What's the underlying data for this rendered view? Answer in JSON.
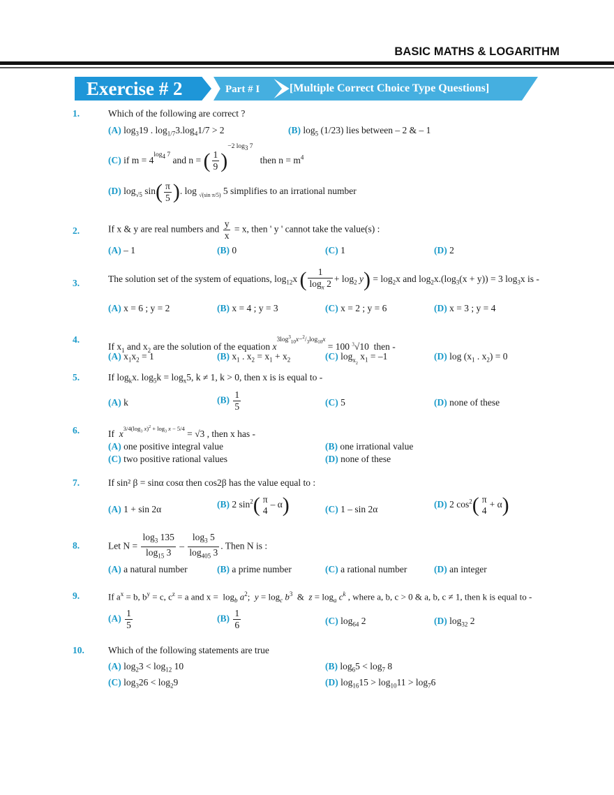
{
  "header": {
    "title": "BASIC MATHS & LOGARITHM",
    "exercise": "Exercise # 2",
    "part": "Part # I",
    "type": "[Multiple Correct Choice Type Questions]",
    "colors": {
      "exercise_bg": "#1e96d8",
      "part_bg": "#45afe0",
      "accent_text": "#1b9ac9"
    }
  },
  "questions": [
    {
      "num": "1.",
      "text": "Which of the following are correct ?",
      "options": {
        "A": "log₃19 . log₁/₇3.log₄1/7 > 2",
        "B": "log₅ (1/23) lies between – 2 & – 1",
        "C": "if m = 4^(log₄ 7) and n = (1/9)^(–2log₃ 7) then n = m⁴",
        "D": "log√5 sin(π/5) . log√(sin π/5) 5 simplifies to an irrational number"
      }
    },
    {
      "num": "2.",
      "text_pre": "If x & y are real numbers and",
      "frac_n": "y",
      "frac_d": "x",
      "text_post": "= x, then ' y ' cannot take the value(s) :",
      "options": {
        "A": "– 1",
        "B": "0",
        "C": "1",
        "D": "2"
      }
    },
    {
      "num": "3.",
      "text": "The solution set of the system of equations, log₁₂x (1/logₓ2 + log₂ y) = log₂x and log₂x.(log₃(x + y)) = 3 log₃x is -",
      "options": {
        "A": "x = 6 ; y = 2",
        "B": "x = 4 ; y = 3",
        "C": "x = 2 ; y = 6",
        "D": "x = 3 ; y = 4"
      }
    },
    {
      "num": "4.",
      "text": "If x₁ and x₂ are the solution of the equation x^(3log³₁₀x – 2/3 log₁₀x) = 100 ∛10 then -",
      "options": {
        "A": "x₁x₂ = 1",
        "B": "x₁ . x₂ = x₁ + x₂",
        "C": "logₓ₂ x₁ = –1",
        "D": "log (x₁ . x₂) = 0"
      }
    },
    {
      "num": "5.",
      "text": "If logₖx. log₅k = logₓ5, k ≠ 1, k > 0, then x is is equal to -",
      "options": {
        "A": "k",
        "B": "1/5",
        "C": "5",
        "D": "none of these"
      }
    },
    {
      "num": "6.",
      "text": "If x^(3/4(log₃ x)² + log₃ x – 5/4) = √3 , then x has -",
      "options": {
        "A": "one positive integral value",
        "B": "one irrational value",
        "C": "two positive rational values",
        "D": "none of these"
      }
    },
    {
      "num": "7.",
      "text": "If sin² β = sinα cosα then cos2β has the value equal to :",
      "options": {
        "A": "1 + sin 2α",
        "B": "2 sin²(π/4 – α)",
        "C": "1 – sin 2α",
        "D": "2 cos²(π/4 + α)"
      }
    },
    {
      "num": "8.",
      "text": "Let N = log₃135/log₁₅3 – log₃5/log₄₀₅3 . Then N is :",
      "options": {
        "A": "a natural number",
        "B": "a prime number",
        "C": "a rational number",
        "D": "an integer"
      }
    },
    {
      "num": "9.",
      "text": "If aˣ = b, bʸ = c, cᶻ = a and x = log_b a²; y = log_c b³ & z = log_a cᵏ , where a, b, c > 0 & a, b, c ≠ 1, then k is equal to -",
      "options": {
        "A": "1/5",
        "B": "1/6",
        "C": "log₆₄ 2",
        "D": "log₃₂ 2"
      }
    },
    {
      "num": "10.",
      "text": "Which of the following statements are true",
      "options": {
        "A": "log₂3 < log₁₂ 10",
        "B": "log₆5 < log₇ 8",
        "C": "log₃26 < log₂9",
        "D": "log₁₆15 > log₁₀11 > log₇6"
      }
    }
  ],
  "labels": {
    "A": "(A)",
    "B": "(B)",
    "C": "(C)",
    "D": "(D)"
  }
}
